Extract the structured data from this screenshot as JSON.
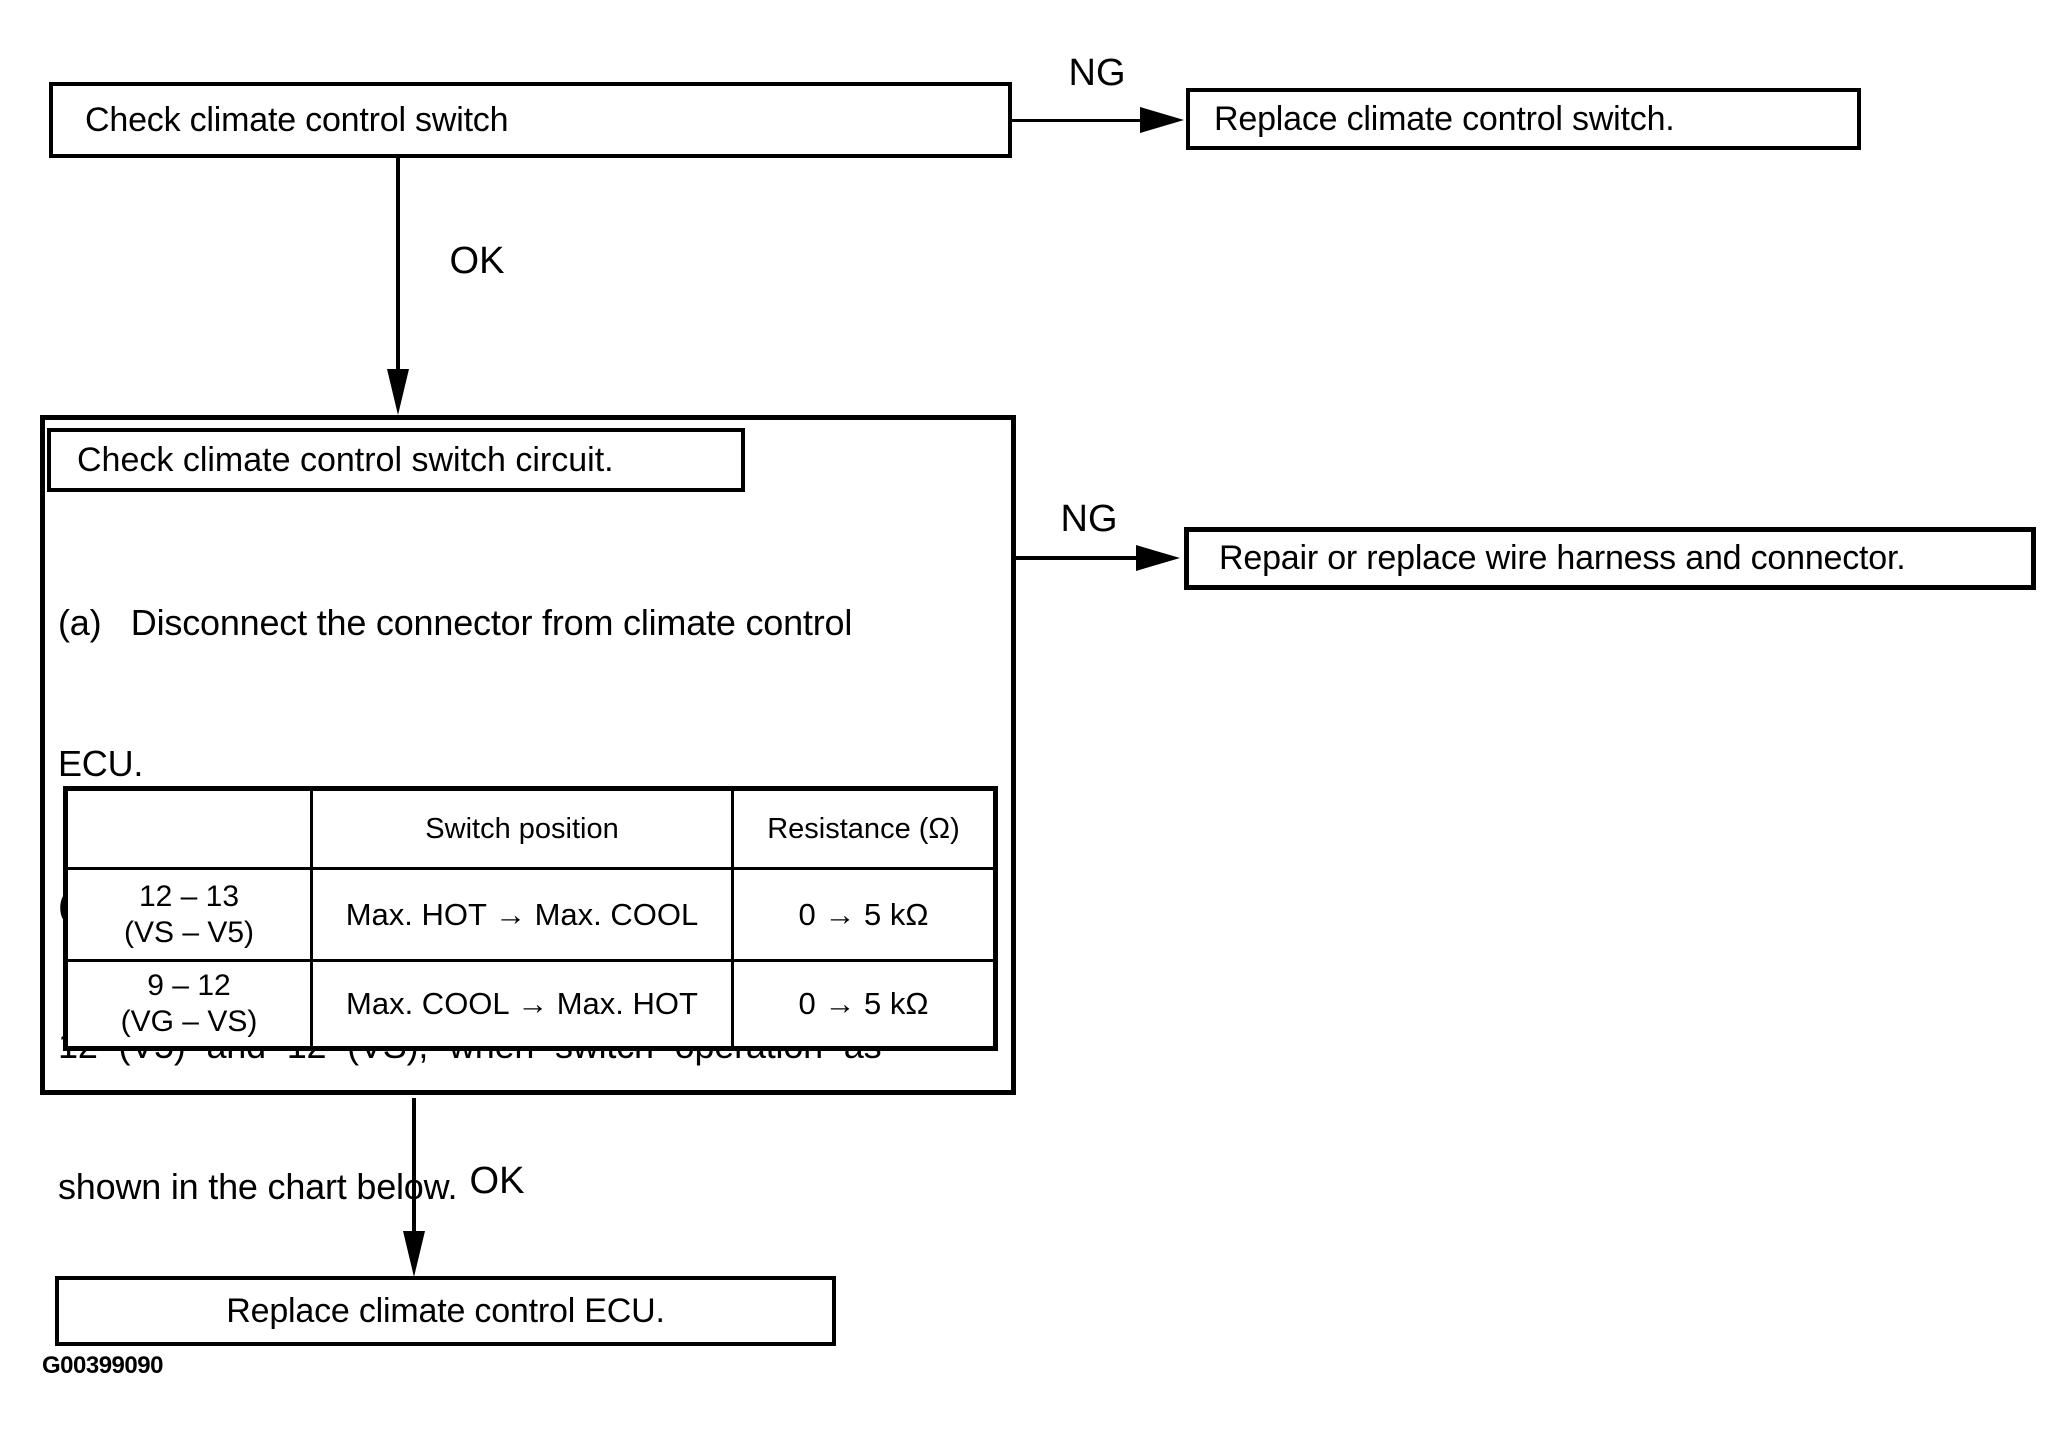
{
  "page": {
    "figure_code": "G00399090"
  },
  "flowchart": {
    "node_check_switch": {
      "label": "Check climate control switch"
    },
    "edge_ng_1": "NG",
    "node_replace_switch": {
      "label": "Replace climate control switch."
    },
    "edge_ok_1": "OK",
    "node_check_circuit": {
      "title": "Check climate control switch circuit.",
      "body_lines": [
        "(a)   Disconnect the connector from climate control",
        "ECU.",
        "(b)  Measure resistance between terminals 13 (V5),",
        "12 (V5) and 12 (VS), when switch operation as",
        "shown in the chart below."
      ],
      "table": {
        "col_headers": [
          "",
          "Switch position",
          "Resistance (Ω)"
        ],
        "rows": [
          {
            "terminals_line1": "12 – 13",
            "terminals_line2": "(VS – V5)",
            "switch_position": "Max. HOT → Max. COOL",
            "resistance": "0 → 5 kΩ"
          },
          {
            "terminals_line1": "9 – 12",
            "terminals_line2": "(VG – VS)",
            "switch_position": "Max. COOL → Max. HOT",
            "resistance": "0 → 5 kΩ"
          }
        ]
      }
    },
    "edge_ng_2": "NG",
    "node_repair_harness": {
      "label": "Repair or replace wire harness and connector."
    },
    "edge_ok_2": "OK",
    "node_replace_ecu": {
      "label": "Replace climate control ECU."
    }
  }
}
